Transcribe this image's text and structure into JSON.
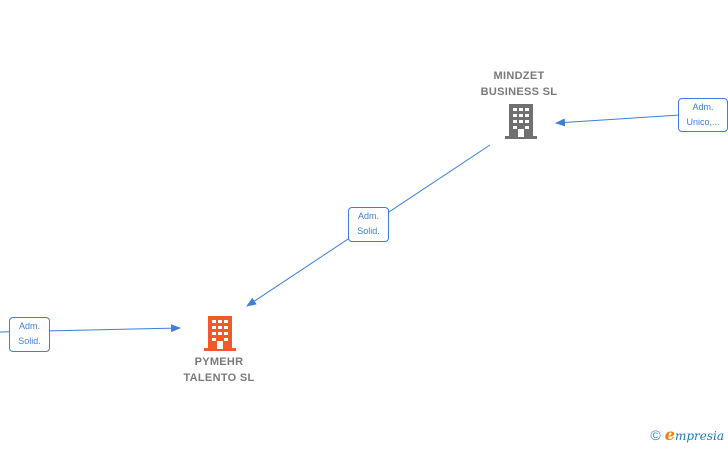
{
  "nodes": {
    "mindzet": {
      "line1": "MINDZET",
      "line2": "BUSINESS  SL",
      "color": "#707070",
      "icon": "building-icon"
    },
    "pymehr": {
      "line1": "PYMEHR",
      "line2": "TALENTO  SL",
      "color": "#f05a28",
      "icon": "building-icon"
    }
  },
  "edges": {
    "right": {
      "line1": "Adm.",
      "line2": "Unico,..."
    },
    "center": {
      "line1": "Adm.",
      "line2": "Solid."
    },
    "left": {
      "line1": "Adm.",
      "line2": "Solid."
    }
  },
  "colors": {
    "edge": "#3d7fd9"
  },
  "footer": {
    "copyright": "©",
    "brand_initial": "e",
    "brand_rest": "mpresia"
  }
}
